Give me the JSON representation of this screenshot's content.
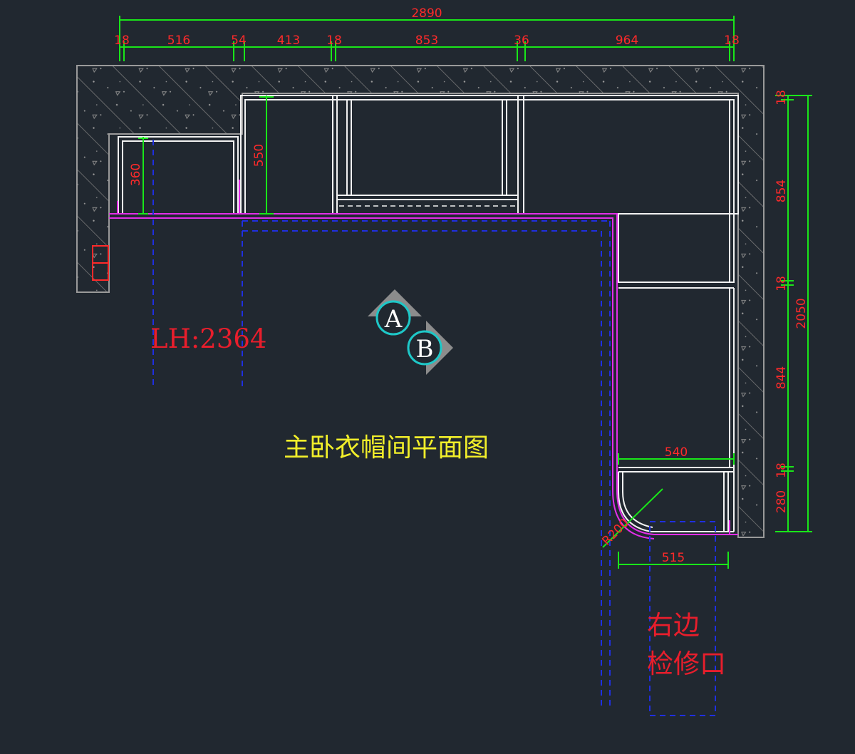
{
  "drawing": {
    "title": "主卧衣帽间平面图",
    "level_note": "LH:2364",
    "access_note": {
      "line1": "右边",
      "line2": "检修口"
    },
    "view_tags": [
      "A",
      "B"
    ],
    "overall_top": "2890",
    "top_segments": [
      "18",
      "516",
      "54",
      "413",
      "18",
      "853",
      "36",
      "964",
      "18"
    ],
    "right_overall": "2050",
    "right_segments": [
      "18",
      "854",
      "18",
      "844",
      "18",
      "280"
    ],
    "depth_left": "360",
    "depth_mid": "550",
    "width_bottom_box": "540",
    "width_bottom_opening": "515",
    "radius": "R200"
  },
  "colors": {
    "background": "#212830",
    "dimension": "#19e619",
    "dimension_text": "#ff2a2a",
    "cabinet": "#f2f2f2",
    "panel": "#e22ee8",
    "hidden": "#1f2fe0",
    "title": "#f2ef2a",
    "note": "#e81e2c",
    "tag_ring": "#1ec8c8"
  }
}
